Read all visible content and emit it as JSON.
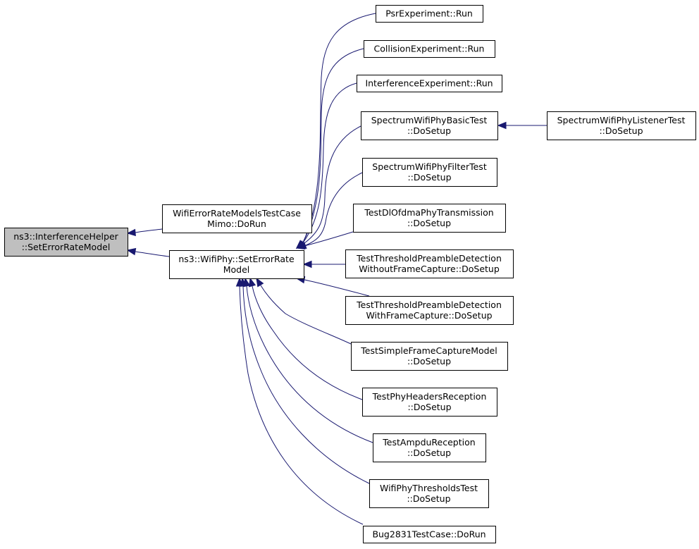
{
  "graph": {
    "edge_color": "#191970",
    "root_fill": "#bfbfbf",
    "nodes": {
      "root": {
        "lines": [
          "ns3::InterferenceHelper",
          "::SetErrorRateModel"
        ]
      },
      "wifiErr": {
        "lines": [
          "WifiErrorRateModelsTestCase",
          "Mimo::DoRun"
        ]
      },
      "phySet": {
        "lines": [
          "ns3::WifiPhy::SetErrorRate",
          "Model"
        ]
      },
      "psr": {
        "lines": [
          "PsrExperiment::Run"
        ]
      },
      "coll": {
        "lines": [
          "CollisionExperiment::Run"
        ]
      },
      "interf": {
        "lines": [
          "InterferenceExperiment::Run"
        ]
      },
      "specBasic": {
        "lines": [
          "SpectrumWifiPhyBasicTest",
          "::DoSetup"
        ]
      },
      "specListener": {
        "lines": [
          "SpectrumWifiPhyListenerTest",
          "::DoSetup"
        ]
      },
      "specFilter": {
        "lines": [
          "SpectrumWifiPhyFilterTest",
          "::DoSetup"
        ]
      },
      "dlOfdma": {
        "lines": [
          "TestDlOfdmaPhyTransmission",
          "::DoSetup"
        ]
      },
      "threshWithout": {
        "lines": [
          "TestThresholdPreambleDetection",
          "WithoutFrameCapture::DoSetup"
        ]
      },
      "threshWith": {
        "lines": [
          "TestThresholdPreambleDetection",
          "WithFrameCapture::DoSetup"
        ]
      },
      "simpleFC": {
        "lines": [
          "TestSimpleFrameCaptureModel",
          "::DoSetup"
        ]
      },
      "headers": {
        "lines": [
          "TestPhyHeadersReception",
          "::DoSetup"
        ]
      },
      "ampdu": {
        "lines": [
          "TestAmpduReception",
          "::DoSetup"
        ]
      },
      "thresholds": {
        "lines": [
          "WifiPhyThresholdsTest",
          "::DoSetup"
        ]
      },
      "bug": {
        "lines": [
          "Bug2831TestCase::DoRun"
        ]
      }
    },
    "edges": [
      {
        "from": "wifiErr",
        "to": "root"
      },
      {
        "from": "phySet",
        "to": "root"
      },
      {
        "from": "psr",
        "to": "phySet"
      },
      {
        "from": "coll",
        "to": "phySet"
      },
      {
        "from": "interf",
        "to": "phySet"
      },
      {
        "from": "specBasic",
        "to": "phySet"
      },
      {
        "from": "specFilter",
        "to": "phySet"
      },
      {
        "from": "dlOfdma",
        "to": "phySet"
      },
      {
        "from": "threshWithout",
        "to": "phySet"
      },
      {
        "from": "threshWith",
        "to": "phySet"
      },
      {
        "from": "simpleFC",
        "to": "phySet"
      },
      {
        "from": "headers",
        "to": "phySet"
      },
      {
        "from": "ampdu",
        "to": "phySet"
      },
      {
        "from": "thresholds",
        "to": "phySet"
      },
      {
        "from": "bug",
        "to": "phySet"
      },
      {
        "from": "specListener",
        "to": "specBasic"
      }
    ]
  }
}
